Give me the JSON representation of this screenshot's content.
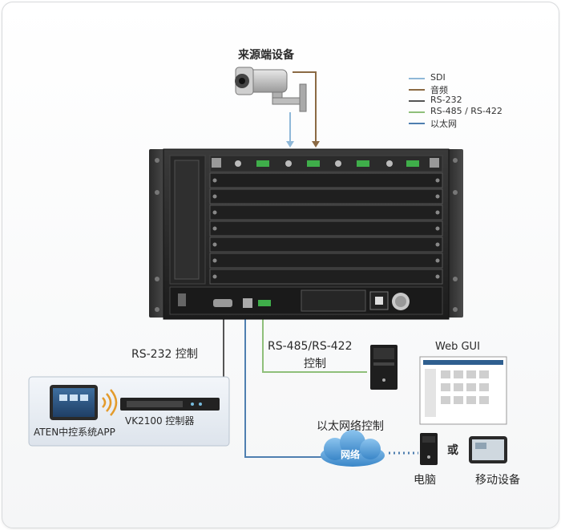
{
  "labels": {
    "source_device": "来源端设备",
    "rs232_control": "RS-232 控制",
    "rs485_line1": "RS-485/RS-422",
    "rs485_line2": "控制",
    "app_label": "ATEN中控系统APP",
    "vk2100_label": "VK2100 控制器",
    "web_gui": "Web GUI",
    "ip_control": "以太网络控制",
    "network": "网络",
    "or": "或",
    "computer": "电脑",
    "mobile": "移动设备"
  },
  "legend": [
    {
      "label": "SDI",
      "color": "#8fb8d8"
    },
    {
      "label": "音频",
      "color": "#8b6a44"
    },
    {
      "label": "RS-232",
      "color": "#555555"
    },
    {
      "label": "RS-485 / RS-422",
      "color": "#8fbf7a"
    },
    {
      "label": "以太网",
      "color": "#4f7fb0"
    }
  ],
  "colors": {
    "sdi": "#8fb8d8",
    "audio": "#8b6a44",
    "rs232": "#555555",
    "rs485": "#8fbf7a",
    "ethernet": "#4f7fb0",
    "cloud": "#5c9fd6"
  },
  "icons": [
    "camera-icon",
    "chassis-device",
    "tablet-icon",
    "wifi-icon",
    "controller-device",
    "server-icon",
    "cloud-icon",
    "pc-icon",
    "monitor-icon",
    "mobile-icon"
  ]
}
